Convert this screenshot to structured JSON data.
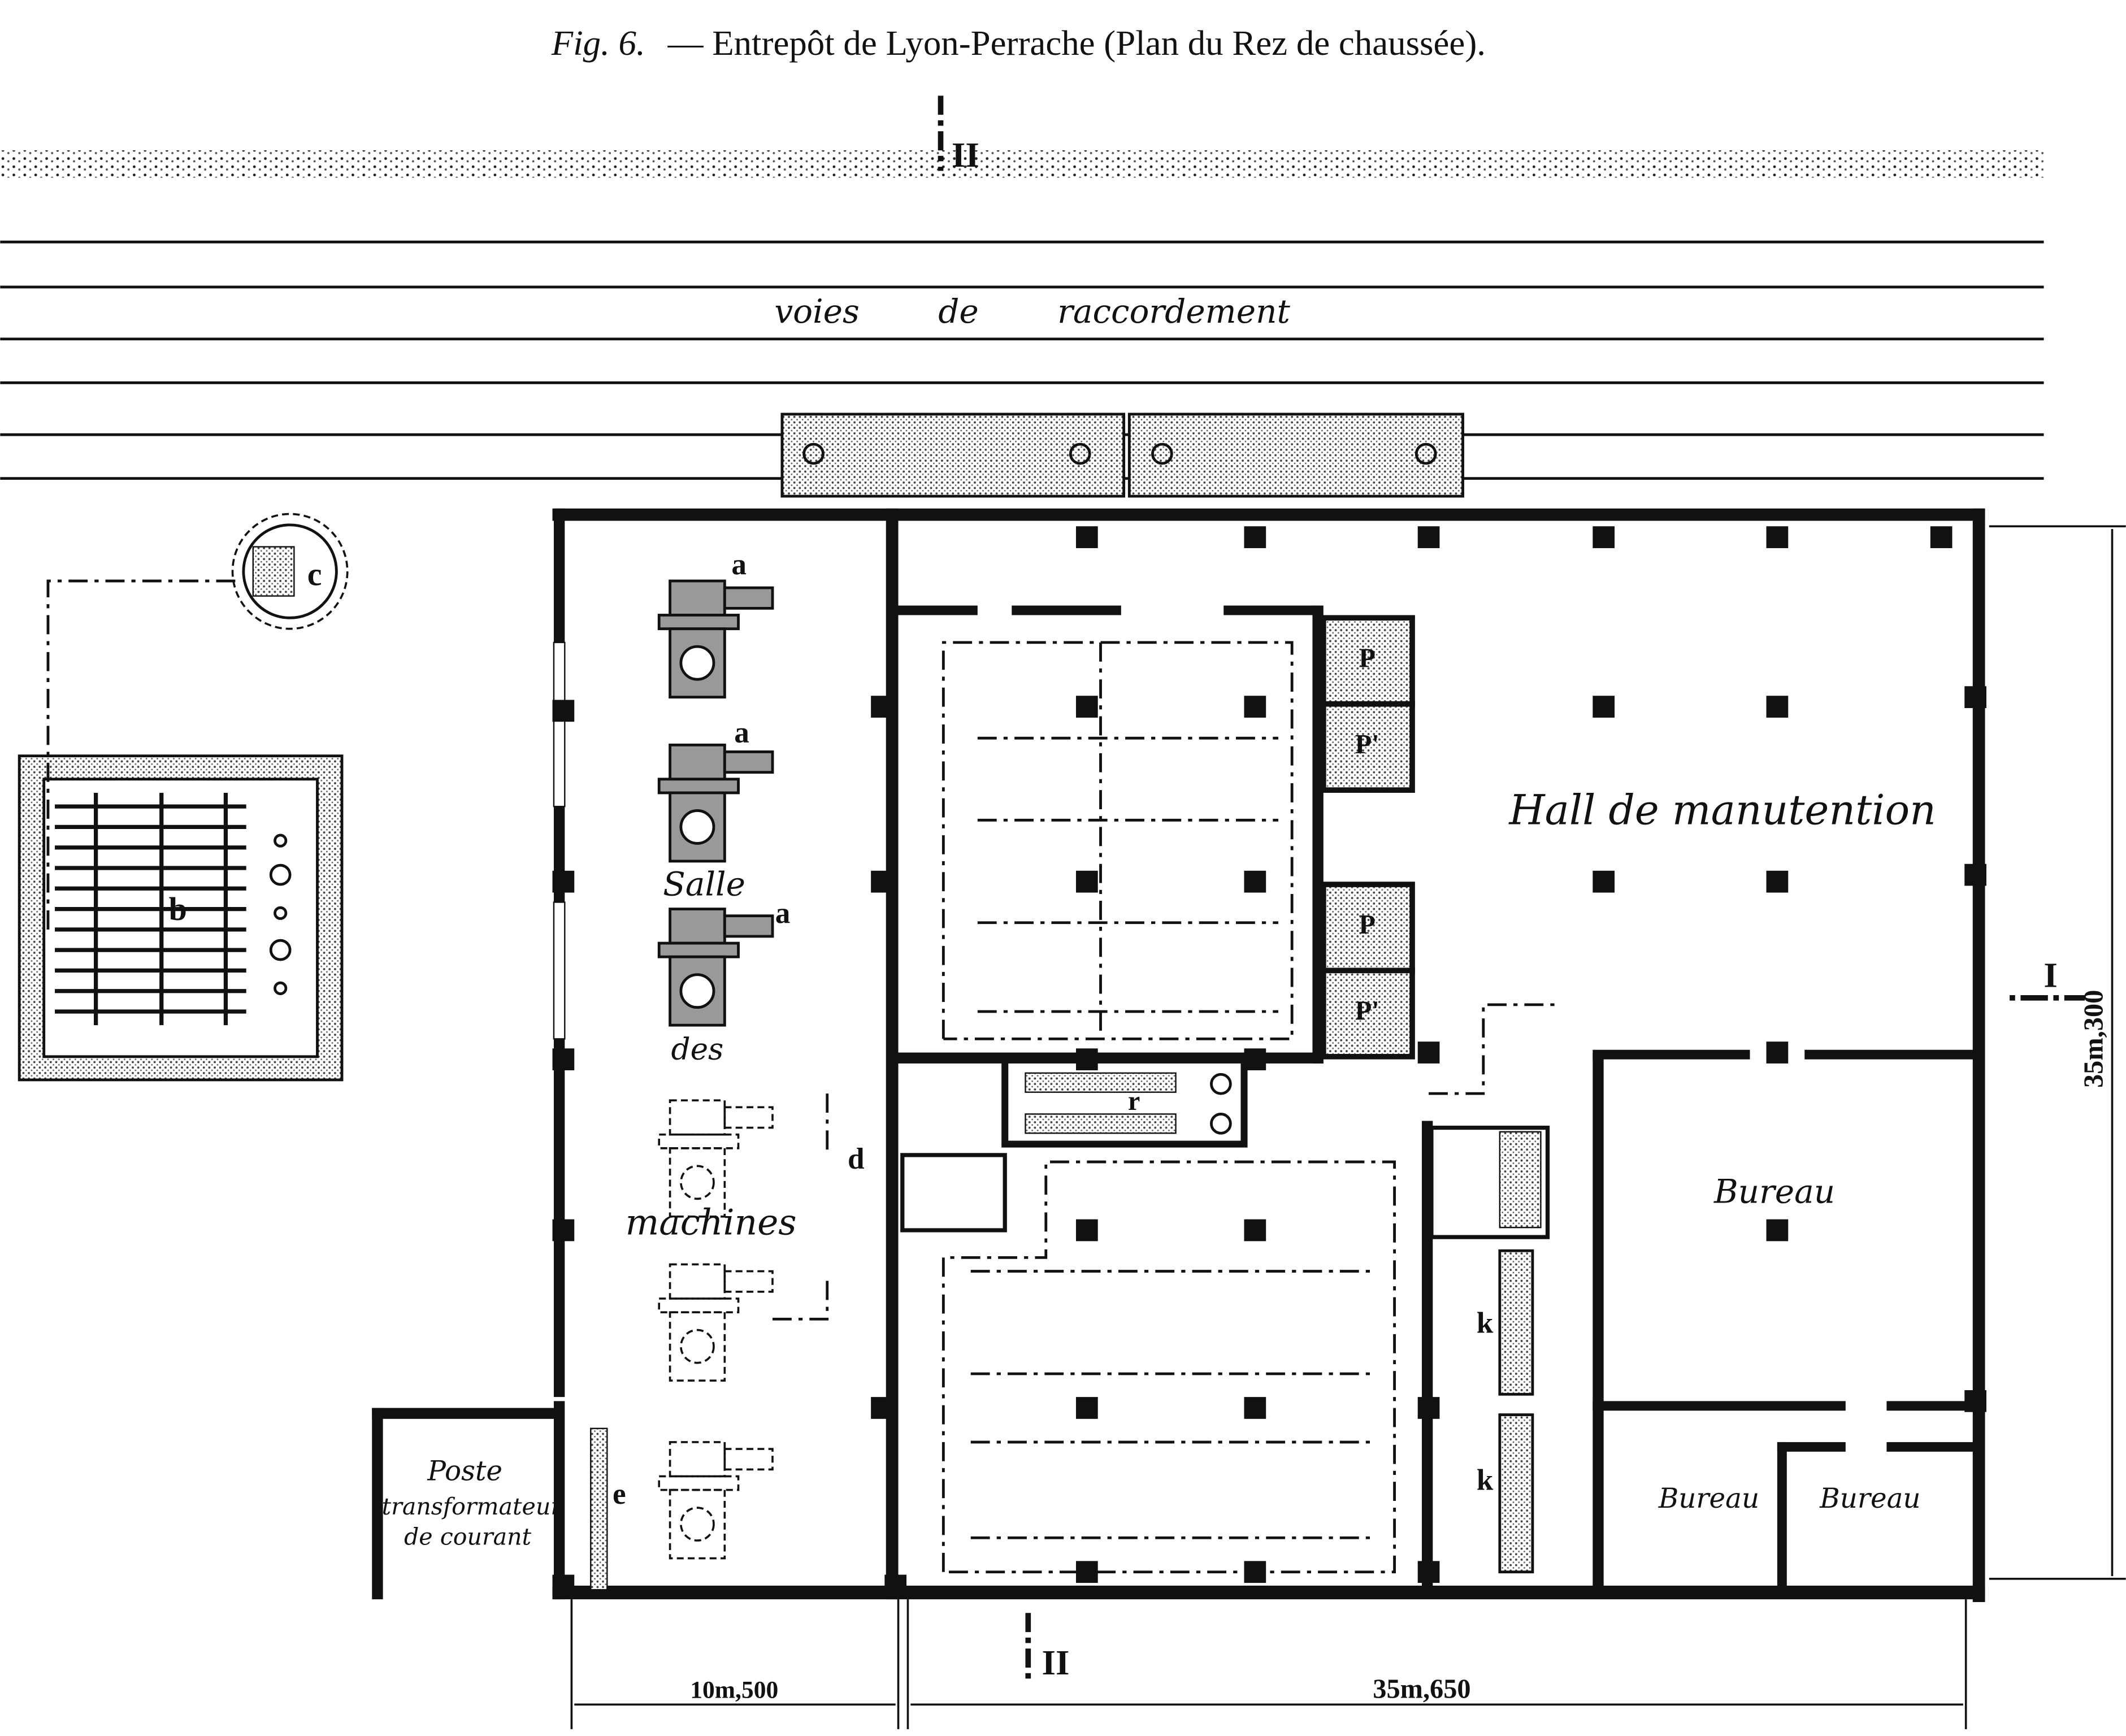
{
  "title": {
    "fig": "Fig. 6.",
    "text": "— Entrepôt de Lyon-Perrache (Plan du Rez de chaussée)."
  },
  "labels": {
    "tracks": "voies de raccordement",
    "hall": "Hall de manutention",
    "salle": "Salle",
    "des": "des",
    "machines": "machines",
    "bureau_main": "Bureau",
    "bureau_left": "Bureau",
    "bureau_right": "Bureau",
    "poste_1": "Poste",
    "poste_2": "transformateur",
    "poste_3": "de courant"
  },
  "letters": {
    "a1": "a",
    "a2": "a",
    "a3": "a",
    "b": "b",
    "c": "c",
    "d": "d",
    "e": "e",
    "k1": "k",
    "k2": "k",
    "p1": "P",
    "p2": "P'",
    "p3": "P",
    "p4": "P'",
    "r": "r",
    "section_I": "I",
    "section_II_top": "II",
    "section_II_bottom": "II"
  },
  "dimensions": {
    "left_width": "10m,500",
    "main_width": "35m,650",
    "depth": "35m,300"
  }
}
